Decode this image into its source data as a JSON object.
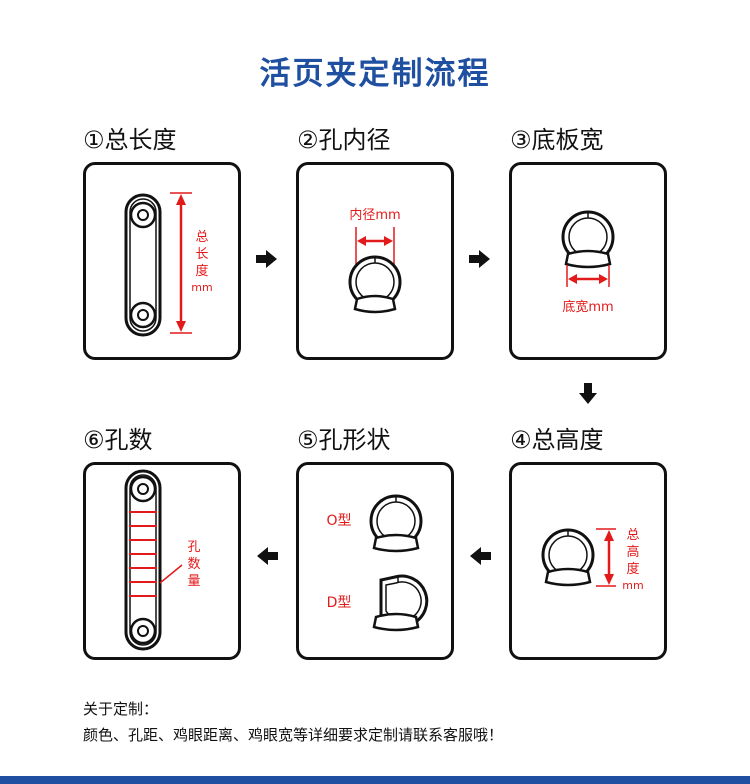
{
  "title": "活页夹定制流程",
  "steps": [
    {
      "label": "①总长度",
      "annotation_lines": [
        "总",
        "长",
        "度",
        "mm"
      ]
    },
    {
      "label": "②孔内径",
      "annotation": "内径mm"
    },
    {
      "label": "③底板宽",
      "annotation": "底宽mm"
    },
    {
      "label": "④总高度",
      "annotation_lines": [
        "总",
        "高",
        "度",
        "mm"
      ]
    },
    {
      "label": "⑤孔形状",
      "o_label": "O型",
      "d_label": "D型"
    },
    {
      "label": "⑥孔数",
      "annotation_lines": [
        "孔",
        "数",
        "量"
      ]
    }
  ],
  "footer": {
    "heading": "关于定制：",
    "text": "颜色、孔距、鸡眼距离、鸡眼宽等详细要求定制请联系客服哦！"
  },
  "colors": {
    "title": "#1f4fa0",
    "accent": "#e31a1a",
    "outline": "#111111"
  }
}
